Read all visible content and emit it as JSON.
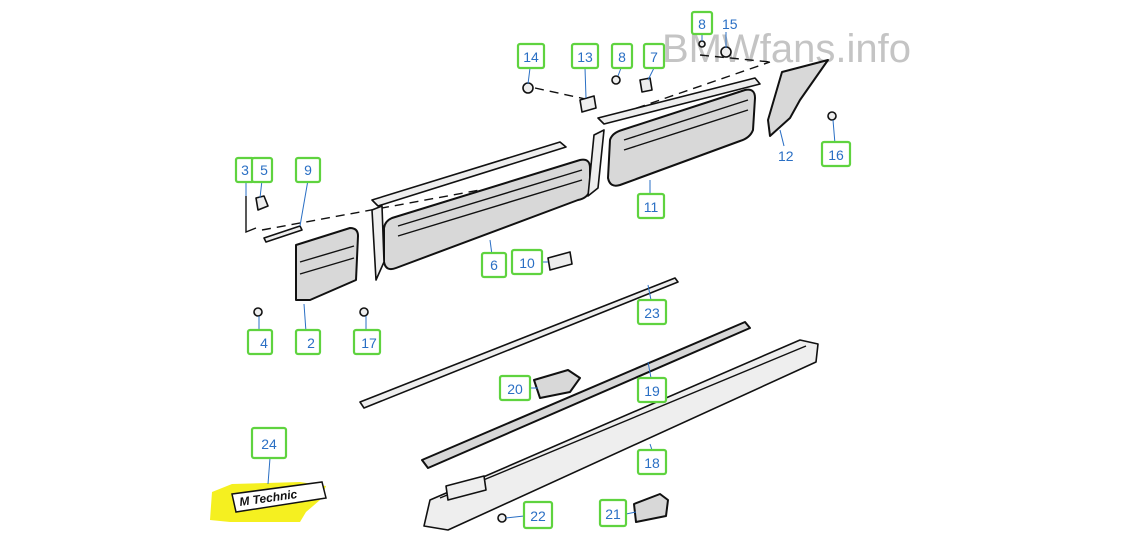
{
  "watermark": "BMWfans.info",
  "badge": {
    "text": "M Technic",
    "highlight_color": "#f5f020"
  },
  "colors": {
    "label_border": "#5fd33f",
    "label_text": "#2a6fc4",
    "line": "#111111"
  },
  "labels": {
    "l1": "3",
    "l2": "5",
    "l3": "9",
    "l4": "4",
    "l5": "2",
    "l6": "17",
    "l7": "6",
    "l8": "10",
    "l9": "14",
    "l10": "13",
    "l11": "8",
    "l12": "7",
    "l13": "8",
    "l14": "15",
    "l15": "12",
    "l16": "16",
    "l17": "11",
    "l18": "23",
    "l19": "20",
    "l20": "19",
    "l21": "18",
    "l22": "24",
    "l23": "22",
    "l24": "21"
  }
}
